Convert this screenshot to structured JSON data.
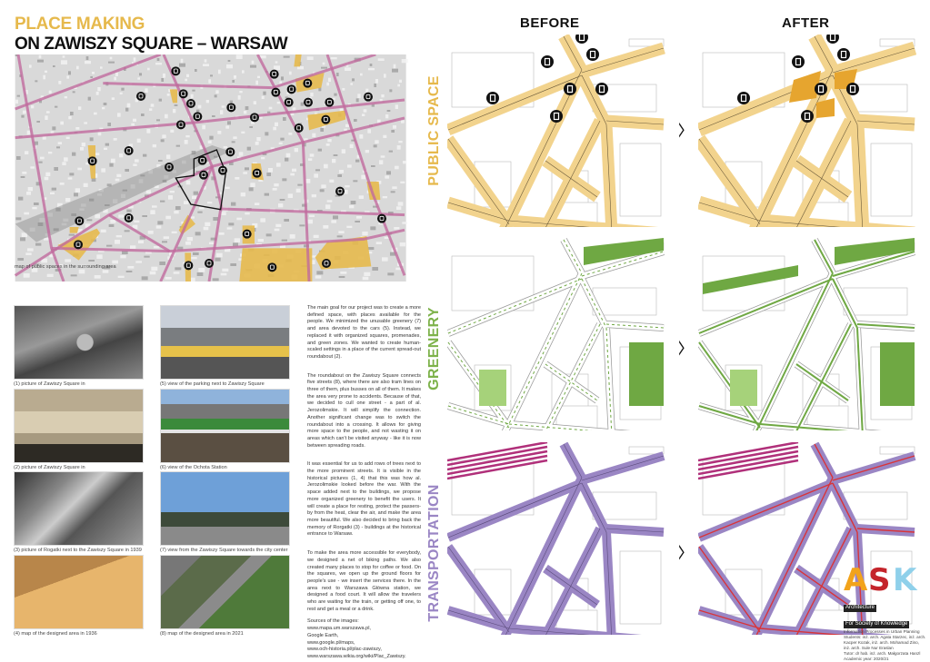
{
  "title": {
    "line1": "PLACE MAKING",
    "line2": "ON ZAWISZY SQUARE – WARSAW"
  },
  "area_map": {
    "caption": "map of public spaces in the surrounding area",
    "icons": [
      "cafe-icon",
      "shop-icon",
      "restaurant-icon",
      "hotel-icon",
      "park-icon",
      "parking-icon",
      "bus-icon"
    ]
  },
  "photos": [
    {
      "caption": "(1) picture of Zawiszy Square in"
    },
    {
      "caption": "(2) picture of Zawiszy Square in"
    },
    {
      "caption": "(3) picture of Rogatki next to the Zawiszy Square in 1939"
    },
    {
      "caption": "(4) map of the designed area in 1936"
    },
    {
      "caption": "(5) view of the parking next to Zawiszy Square"
    },
    {
      "caption": "(6) view of the Ochota Station"
    },
    {
      "caption": "(7) view from the Zawiszy Square towards the city center"
    },
    {
      "caption": "(8) map of the designed area in 2021"
    }
  ],
  "body": {
    "paragraphs": [
      "The main goal for our project was to create a more defined space, with places available for the people. We minimized the unusable greenery (7) and area devoted to the cars (5). Instead, we replaced it with organized squares, promenades, and green zones. We wanted to create human-scaled settings in a place of the current spread-out roundabout (2).",
      "The roundabout on the Zawiszy Square connects five streets (8), where there are also tram lines on three of them, plus busses on all of them. It makes the area very prone to accidents. Because of that, we decided to cull one street - a part of al. Jerozolimskie. It will simplify the connection. Another significant change was to switch the roundabout into a crossing. It allows for giving more space to the people, and not wasting it on areas which can't be visited anyway - like it is now between spreading roads.",
      "It was essential for us to add rows of trees next to the more prominent streets. It is visible in the historical pictures (1, 4) that this was how al. Jerozolimskie looked before the war. With the space added next to the buildings, we propose more organized greenery to benefit the users. It will create a place for resting, protect the passers-by from the heat, clear the air, and make the area more beautiful. We also decided to bring back the memory of Rorgatki (3) - buildings at the historical entrance to Warsaw.",
      "To make the area more accessible for everybody, we designed a net of biking paths. We also created many places to stop for coffee or food. On the squares, we open up the ground floors for people's use - we insert the services there. In the area next to Warszawa Główna station, we designed a food court. It will allow the travelers who are waiting for the train, or getting off one, to rest and get a meal or a drink."
    ],
    "sources_title": "Sources of the images:",
    "sources": [
      "www.mapa.um.warszawa.pl,",
      "Google Earth,",
      "www.google.pl/maps,",
      "www.och-historia.pl/plac-zawiszy,",
      "www.warszawa.wikia.org/wiki/Plac_Zawiszy."
    ]
  },
  "comparison": {
    "before_label": "BEFORE",
    "after_label": "AFTER",
    "rows": [
      {
        "label": "PUBLIC SPACE",
        "color": "#E6B94C"
      },
      {
        "label": "GREENERY",
        "color": "#7DB24A"
      },
      {
        "label": "TRANSPORTATION",
        "color": "#9A86C4"
      }
    ]
  },
  "logo": {
    "lettering": "ASK",
    "line1": "Architecture",
    "line2": "For Society of Knowledge"
  },
  "credits": [
    "Information Processes in Urban Planning",
    "Students: inż. arch. Agata Starzec, inż. arch.",
    "Kacper Kozak, inż. arch. Mohamad Zino,",
    "inż. arch. Sule Nur Eraslan",
    "Tutor: dr hab. inż. arch. Małgorzata Hanzl",
    "Academic year: 2020/21"
  ],
  "colors": {
    "gold": "#E6B94C",
    "road_pink": "#C06A9E",
    "green": "#6FA843",
    "light_green": "#A6D27A",
    "purple": "#9A86C4",
    "red": "#D8343A",
    "logo_orange": "#F2A31B",
    "logo_red": "#C4242B",
    "logo_blue": "#8FD0EA"
  }
}
